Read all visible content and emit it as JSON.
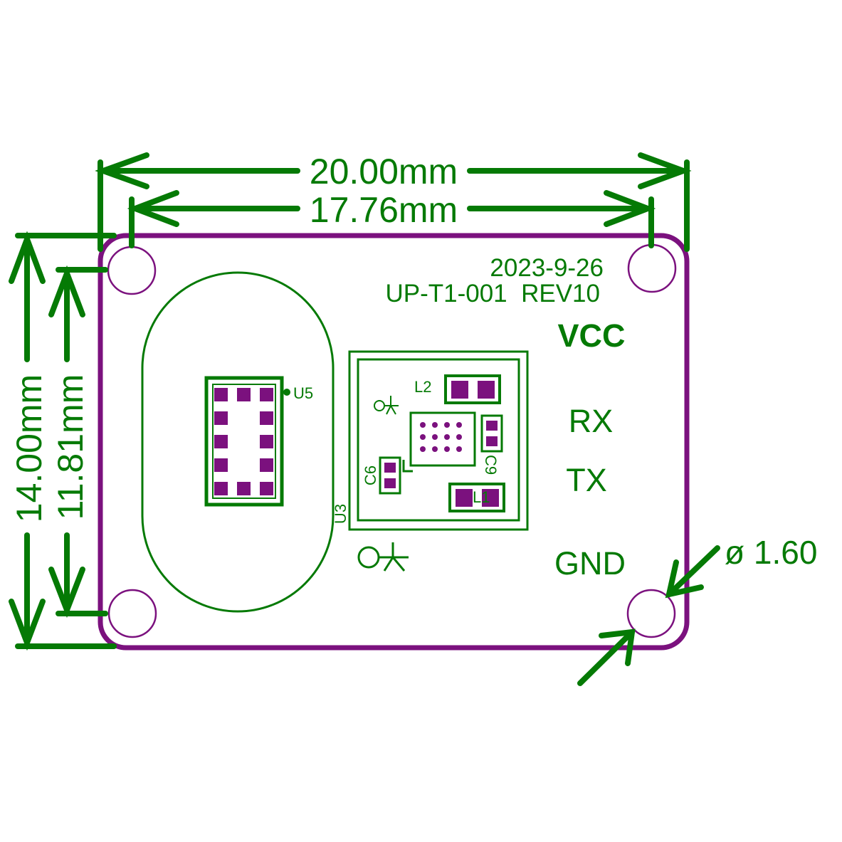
{
  "colors": {
    "dimension": "#057a05",
    "silkscreen": "#057a05",
    "board_outline": "#7b117e",
    "pad": "#7b117e",
    "background": "#ffffff"
  },
  "dimensions": {
    "board_width": "20.00mm",
    "hole_spacing_x": "17.76mm",
    "board_height": "14.00mm",
    "hole_spacing_y": "11.81mm",
    "hole_diameter": "ø 1.60"
  },
  "board": {
    "date": "2023-9-26",
    "part_number": "UP-T1-001  REV10"
  },
  "pins": {
    "vcc": "VCC",
    "rx": "RX",
    "tx": "TX",
    "gnd": "GND"
  },
  "refdes": {
    "u5": "U5",
    "u3": "U3",
    "l2": "L2",
    "l1": "L1",
    "c6": "C6",
    "c9": "C9"
  }
}
